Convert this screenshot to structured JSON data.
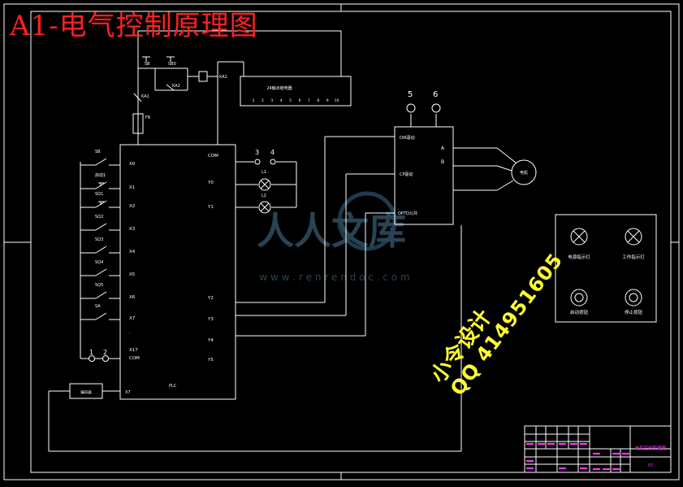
{
  "title": "A1-电气控制原理图",
  "relay": {
    "label": "24触点继电器",
    "pins": [
      "1",
      "2",
      "3",
      "4",
      "5",
      "6",
      "7",
      "8",
      "9",
      "10"
    ]
  },
  "top_switches": {
    "sb": "SB",
    "sb0": "SB0",
    "ka1_contact": "KA1",
    "ka2": "KA2",
    "ka1_coil": "KA1",
    "fr": "FR"
  },
  "plc": {
    "label": "PLC",
    "inputs": [
      "X0",
      "X1",
      "X2",
      "X3",
      "X4",
      "X5",
      "X6",
      "X7",
      "·",
      "X17",
      "COM"
    ],
    "input_labels": [
      "SB",
      "启动1",
      "SQ1",
      "SQ2",
      "SQ3",
      "SQ4",
      "SQ5",
      "SA"
    ],
    "outputs": [
      "COM",
      "Y0",
      "Y1",
      "Y2",
      "Y3",
      "Y4",
      "Y5"
    ],
    "x7_bottom": "X7"
  },
  "lamps": [
    "L1",
    "L2"
  ],
  "terminals_left": [
    "3",
    "4"
  ],
  "terminals_bottom": [
    "1",
    "2"
  ],
  "driver": {
    "terminals": [
      "5",
      "6"
    ],
    "pins": [
      "DIR驱动",
      "CP驱动",
      "OPTO公共"
    ],
    "phases": [
      "A",
      "B"
    ]
  },
  "motor": {
    "label": "电机"
  },
  "encoder": {
    "label": "编码器"
  },
  "panel": {
    "items": [
      "电源指示灯",
      "工作指示灯",
      "启动按钮",
      "停止按钮"
    ]
  },
  "watermark": {
    "brand": "人人文库",
    "url": "w w w . r e n r e n d o c . c o m"
  },
  "signature": {
    "line1": "小令设计",
    "line2": "QQ 414951605"
  },
  "title_block": {
    "drawing_name": "电气控制原理图",
    "sheet": "07"
  },
  "colors": {
    "line": "#ffffff",
    "title": "#ff2020",
    "signature": "#ffff33",
    "border": "#3030ff",
    "titleblock_text": "#ff33ff"
  }
}
